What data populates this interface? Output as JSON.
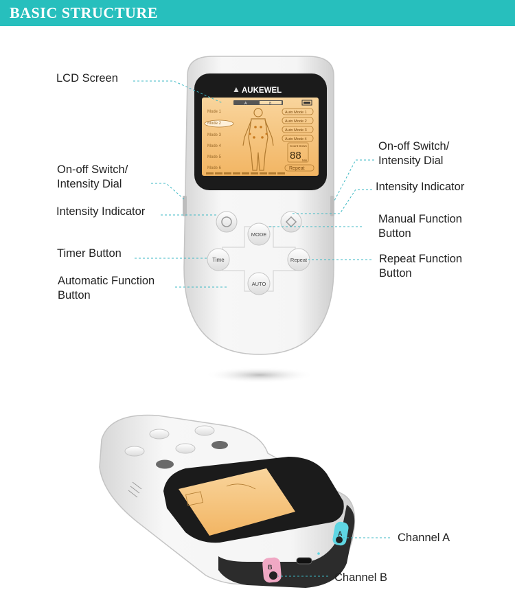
{
  "banner": {
    "title": "BASIC STRUCTURE"
  },
  "labels": {
    "lcd_screen": "LCD Screen",
    "onoff_left_1": "On-off Switch/",
    "onoff_left_2": "Intensity Dial",
    "intensity_left": "Intensity Indicator",
    "timer_button": "Timer Button",
    "auto_func_1": "Automatic Function",
    "auto_func_2": "Button",
    "onoff_right_1": "On-off Switch/",
    "onoff_right_2": "Intensity Dial",
    "intensity_right": "Intensity Indicator",
    "manual_func_1": "Manual Function",
    "manual_func_2": "Button",
    "repeat_func_1": "Repeat Function",
    "repeat_func_2": "Button",
    "channel_a": "Channel A",
    "channel_b": "Channel B"
  },
  "device": {
    "brand": "AUKEWEL",
    "buttons": {
      "mode": "MODE",
      "time": "Time",
      "repeat": "Repeat",
      "auto": "AUTO"
    },
    "lcd": {
      "modes": [
        "Mode 1",
        "Mode 2",
        "Mode 3",
        "Mode 4",
        "Mode 5",
        "Mode 6"
      ],
      "auto_modes": [
        "Auto Mode 1",
        "Auto Mode 2",
        "Auto Mode 3",
        "Auto Mode 4"
      ],
      "countdown_label": "Count Down",
      "countdown_value": "88",
      "countdown_unit": "Min",
      "repeat_label": "Repeat",
      "channels": [
        "A",
        "B"
      ]
    },
    "ports": {
      "a": "A",
      "b": "B"
    }
  },
  "colors": {
    "accent": "#27bfbd",
    "lcd": "#f6c27a",
    "dashed": "#3cb9c4",
    "port_a": "#5fd6e3",
    "port_b": "#f0a8c4"
  }
}
